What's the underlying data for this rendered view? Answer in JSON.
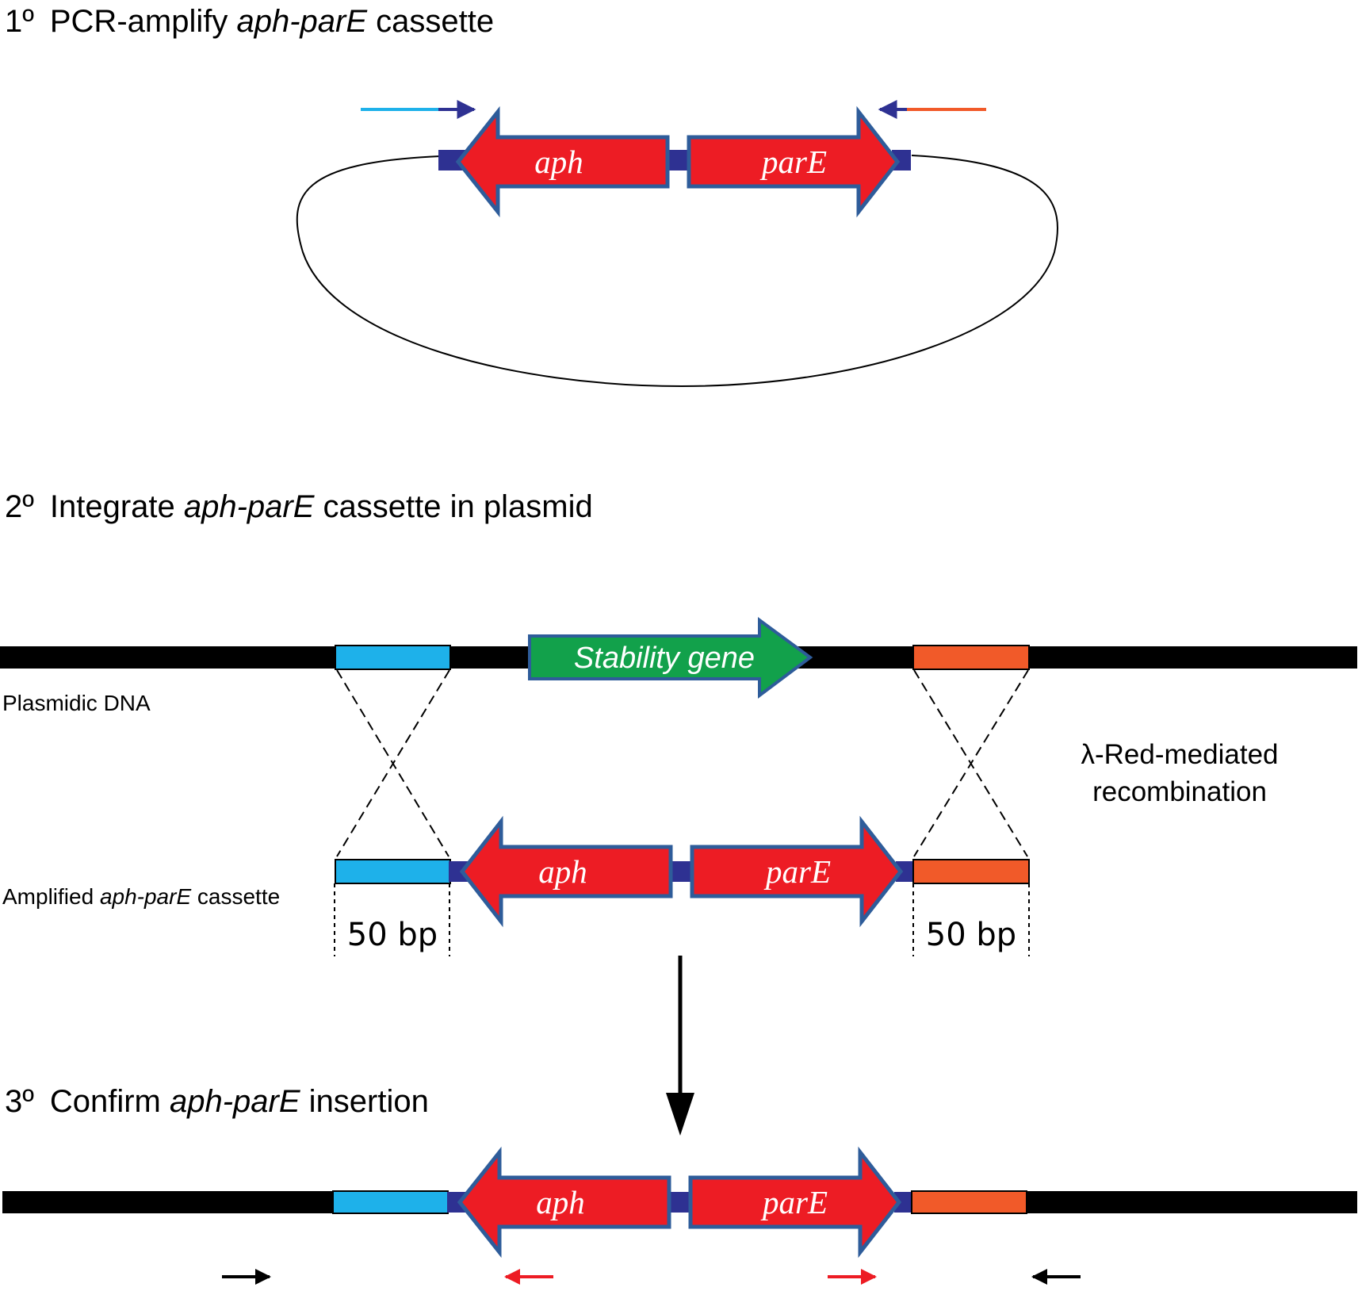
{
  "steps": {
    "step1": {
      "number": "1º",
      "text_before": "PCR-amplify ",
      "italic": "aph-parE",
      "text_after": " cassette"
    },
    "step2": {
      "number": "2º",
      "text_before": "Integrate ",
      "italic": "aph-parE",
      "text_after": " cassette in plasmid"
    },
    "step3": {
      "number": "3º",
      "text_before": "Confirm ",
      "italic": "aph-parE",
      "text_after": " insertion"
    }
  },
  "genes": {
    "aph": "aph",
    "parE": "parE",
    "stability": "Stability gene"
  },
  "labels": {
    "plasmidic_dna": "Plasmidic DNA",
    "amplified_before": "Amplified ",
    "amplified_italic": "aph-parE",
    "amplified_after": " cassette",
    "bp_left": "50 bp",
    "bp_right": "50 bp",
    "recomb_line1": "λ-Red-mediated",
    "recomb_line2": "recombination"
  },
  "colors": {
    "gene_red": "#ed1c24",
    "gene_outline": "#2e5c9a",
    "stability_green": "#12a14b",
    "homology_blue": "#1eb1ea",
    "homology_orange": "#f15a29",
    "linker_navy": "#2e3192",
    "dna_black": "#000000",
    "primer_red": "#ed1c24"
  }
}
